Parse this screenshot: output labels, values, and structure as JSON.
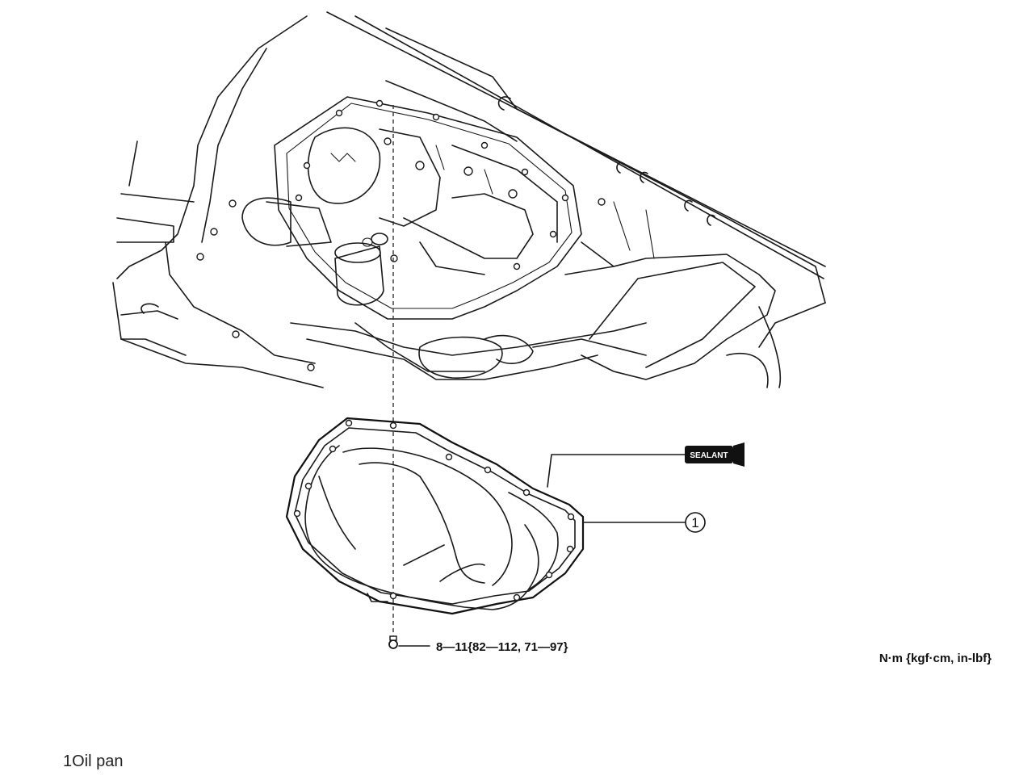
{
  "figure": {
    "sealant_label": "SEALANT",
    "callout_number": "1",
    "torque_spec": "8—11{82—112, 71—97}",
    "units_note": "N·m {kgf·cm, in-lbf}"
  },
  "legend": [
    {
      "number": "1",
      "name": "Oil pan"
    }
  ]
}
